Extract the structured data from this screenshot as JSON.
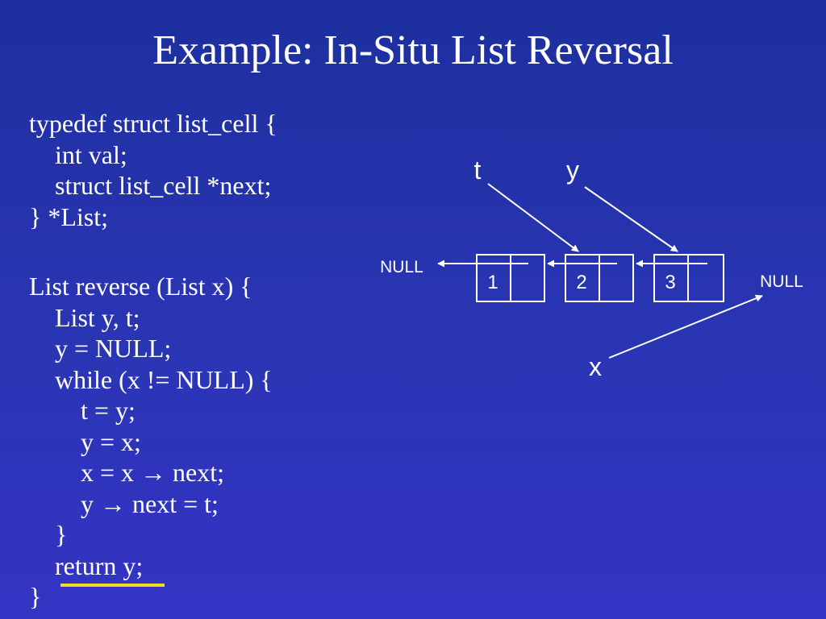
{
  "slide": {
    "title": "Example: In-Situ List Reversal"
  },
  "code": {
    "typedef_lines": [
      "typedef struct list_cell {",
      "    int val;",
      "    struct list_cell *next;",
      "} *List;"
    ],
    "reverse_lines": [
      "List reverse (List x) {",
      "    List y, t;",
      "    y = NULL;",
      "    while (x != NULL) {",
      "        t = y;",
      "        y = x;",
      "        x = x → next;",
      "        y → next = t;",
      "    }",
      "    return y;",
      "}"
    ]
  },
  "diagram": {
    "pointer_t": "t",
    "pointer_y": "y",
    "pointer_x": "x",
    "null_left": "NULL",
    "null_right": "NULL",
    "cells": [
      "1",
      "2",
      "3"
    ]
  },
  "colors": {
    "background_top": "#1d2f9e",
    "background_bottom": "#3434c4",
    "text": "#ffffff",
    "highlight_underline": "#f2dc21"
  }
}
